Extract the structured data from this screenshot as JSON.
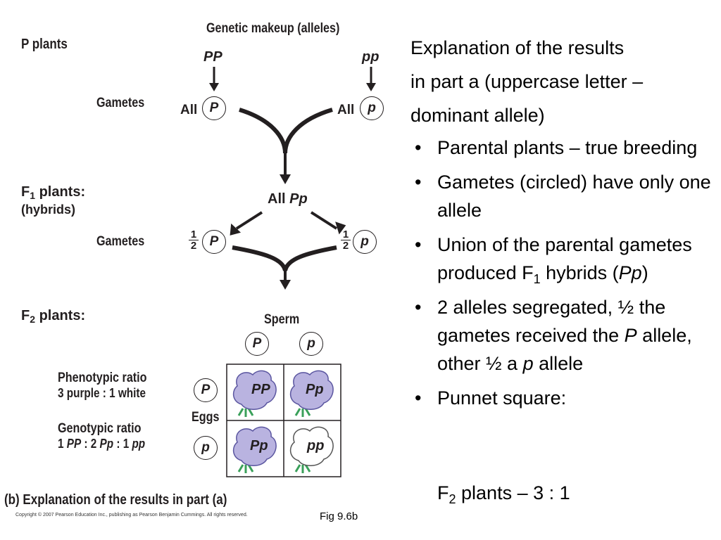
{
  "diagram": {
    "header": "Genetic makeup (alleles)",
    "p_plants": "P plants",
    "f1_plants_prefix": "F",
    "f1_plants_sub": "1",
    "f1_plants_suffix": " plants:",
    "hybrids": "(hybrids)",
    "f2_plants_prefix": "F",
    "f2_plants_sub": "2",
    "f2_plants_suffix": " plants:",
    "gametes_top": "Gametes",
    "gametes_mid": "Gametes",
    "pp_dominant": "PP",
    "pp_recessive": "pp",
    "all_left": "All",
    "all_right": "All",
    "gamete_P": "P",
    "gamete_p": "p",
    "all_pp_prefix": "All ",
    "all_pp_value": "Pp",
    "half_num": "1",
    "half_den": "2",
    "sperm": "Sperm",
    "eggs": "Eggs",
    "phenotypic_title": "Phenotypic ratio",
    "phenotypic_value": "3 purple : 1 white",
    "genotypic_title": "Genotypic ratio",
    "genotypic_parts": [
      "1 ",
      "PP",
      " : 2 ",
      "Pp",
      " : 1 ",
      "pp"
    ],
    "punnett_cells": [
      "PP",
      "Pp",
      "Pp",
      "pp"
    ],
    "caption": "(b) Explanation of the results in part (a)",
    "copyright": "Copyright © 2007 Pearson Education Inc., publishing as Pearson Benjamin Cummings. All rights reserved.",
    "fig_label": "Fig 9.6b",
    "colors": {
      "purple": "#b9b3e0",
      "purple_stroke": "#5b56a0",
      "white_flower": "#ffffff",
      "green": "#3aa05a",
      "ink": "#231f20"
    }
  },
  "text": {
    "explain_lines": [
      "Explanation of the results",
      "in part a (uppercase letter –",
      "dominant allele)"
    ],
    "b1": "Parental plants – true breeding",
    "b2": "Gametes  (circled) have only one allele",
    "b3_a": "Union of the parental gametes produced F",
    "b3_sub": "1",
    "b3_b": " hybrids (",
    "b3_it": "Pp",
    "b3_c": ")",
    "b4_a": "2 alleles segregated, ½ the gametes received the ",
    "b4_it1": "P",
    "b4_b": " allele, other ½ a ",
    "b4_it2": "p",
    "b4_c": " allele",
    "b5": "Punnet square:",
    "f2_prefix": "F",
    "f2_sub": "2",
    "f2_suffix": " plants – 3 : 1"
  }
}
